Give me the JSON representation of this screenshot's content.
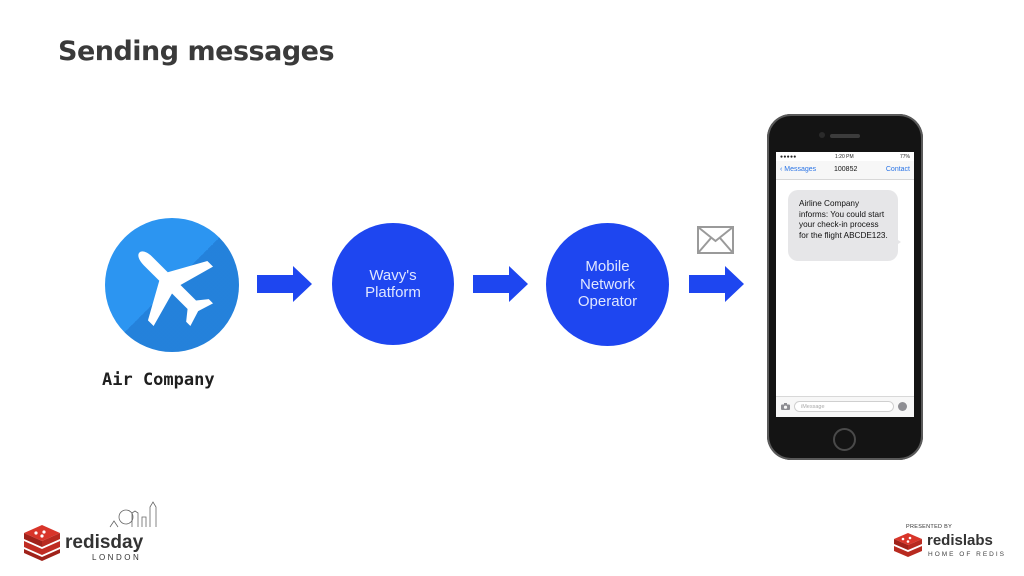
{
  "slide": {
    "title": "Sending messages"
  },
  "diagram": {
    "source_label": "Air Company",
    "nodes": [
      {
        "label": "Wavy's\nPlatform"
      },
      {
        "label": "Mobile\nNetwork\nOperator"
      }
    ],
    "colors": {
      "node": "#1e46f0",
      "arrow": "#1e46f0",
      "plane_circle": "#2c95f1"
    }
  },
  "phone": {
    "status": {
      "time": "1:20 PM",
      "battery": "77%"
    },
    "nav": {
      "back": "Messages",
      "number": "100852",
      "contact": "Contact"
    },
    "message": "Airline Company informs: You could start your check-in process for the flight ABCDE123.",
    "input_placeholder": "iMessage"
  },
  "branding": {
    "left_logo_text": "redisday",
    "left_logo_sub": "LONDON",
    "presented_by": "PRESENTED BY",
    "right_logo_text": "redislabs",
    "right_logo_sub": "HOME OF REDIS"
  }
}
